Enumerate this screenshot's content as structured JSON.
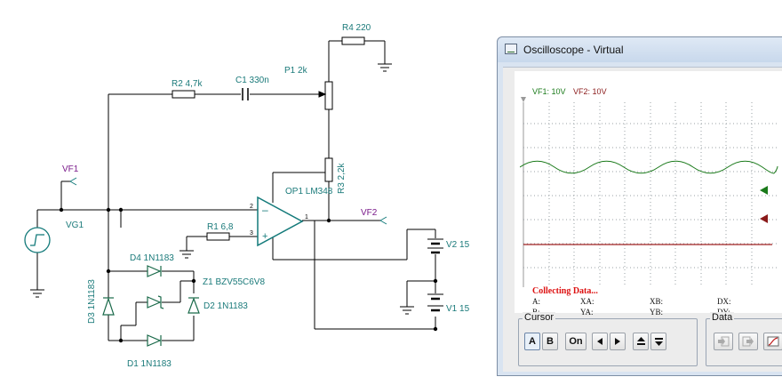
{
  "schematic": {
    "labels": {
      "r4": "R4 220",
      "p1": "P1 2k",
      "r2": "R2 4,7k",
      "c1": "C1 330n",
      "r3": "R3 2,2k",
      "op1": "OP1 LM348",
      "r1": "R1 6,8",
      "vf1": "VF1",
      "vg1": "VG1",
      "vf2": "VF2",
      "v2": "V2 15",
      "v1": "V1 15",
      "d4": "D4 1N1183",
      "z1": "Z1 BZV55C6V8",
      "d3": "D3 1N1183",
      "d2": "D2 1N1183",
      "d1": "D1 1N1183",
      "pin2": "2",
      "pin3": "3",
      "pin1": "1"
    }
  },
  "scope": {
    "title": "Oscilloscope - Virtual",
    "vf1_label": "VF1: 10V",
    "vf2_label": "VF2: 10V",
    "status": "Collecting Data...",
    "readouts": {
      "a": "A:",
      "b": "B:",
      "xa": "XA:",
      "ya": "YA:",
      "xb": "XB:",
      "yb": "YB:",
      "dx": "DX:",
      "dy": "DY:"
    },
    "cursor_title": "Cursor",
    "data_title": "Data",
    "buttons": {
      "a": "A",
      "b": "B",
      "on": "On"
    },
    "colors": {
      "vf1": "#1a7a1a",
      "vf2": "#8a1a1a",
      "status": "#dd1111"
    }
  }
}
